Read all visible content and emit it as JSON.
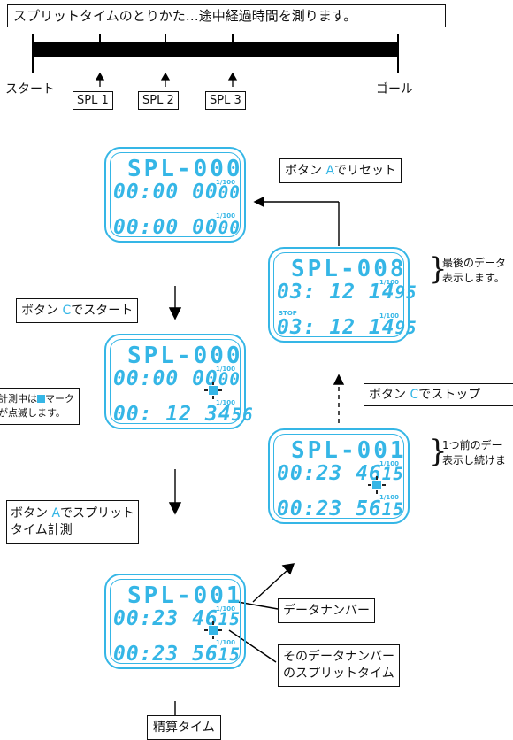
{
  "title": "スプリットタイムのとりかた…途中経過時間を測ります。",
  "timeline": {
    "start_label": "スタート",
    "goal_label": "ゴール",
    "splits": [
      "SPL 1",
      "SPL 2",
      "SPL 3"
    ]
  },
  "displays": {
    "reset": {
      "top": "SPL-000",
      "row1": "00:00 00",
      "row1_small": "00",
      "row2": "00:00 00",
      "row2_small": "00",
      "hundredths": "1/100"
    },
    "running": {
      "top": "SPL-000",
      "row1": "00:00 00",
      "row1_small": "00",
      "row2": "00: 12 34",
      "row2_small": "56",
      "hundredths": "1/100"
    },
    "split": {
      "top": "SPL-001",
      "row1": "00:23 46",
      "row1_small": "15",
      "row2": "00:23 56",
      "row2_small": "15",
      "hundredths": "1/100"
    },
    "prev": {
      "top": "SPL-001",
      "row1": "00:23 46",
      "row1_small": "15",
      "row2": "00:23 56",
      "row2_small": "15",
      "hundredths": "1/100"
    },
    "last": {
      "top": "SPL-008",
      "row1": "03: 12 14",
      "row1_small": "95",
      "row2": "03: 12 14",
      "row2_small": "95",
      "hundredths": "1/100",
      "stop": "STOP"
    }
  },
  "steps": {
    "reset": {
      "pre": "ボタン ",
      "key": "A",
      "post": "でリセット"
    },
    "start": {
      "pre": "ボタン ",
      "key": "C",
      "post": "でスタート"
    },
    "split_line1_pre": "ボタン ",
    "split_key": "A",
    "split_line1_post": "でスプリット",
    "split_line2": "タイム計測",
    "stop": {
      "pre": "ボタン ",
      "key": "C",
      "post": "でストップ"
    }
  },
  "notes": {
    "blink_pre": "計測中は",
    "blink_post": "マーク",
    "blink_line2": "が点滅します。",
    "last_line1": "最後のデータ",
    "last_line2": "表示します。",
    "prev_line1": "1つ前のデー",
    "prev_line2": "表示し続けま"
  },
  "callouts": {
    "data_number": "データナンバー",
    "split_time_line1": "そのデータナンバー",
    "split_time_line2": "のスプリットタイム",
    "total_time": "精算タイム"
  },
  "colors": {
    "lcd": "#35b6e6",
    "ink": "#111111"
  }
}
